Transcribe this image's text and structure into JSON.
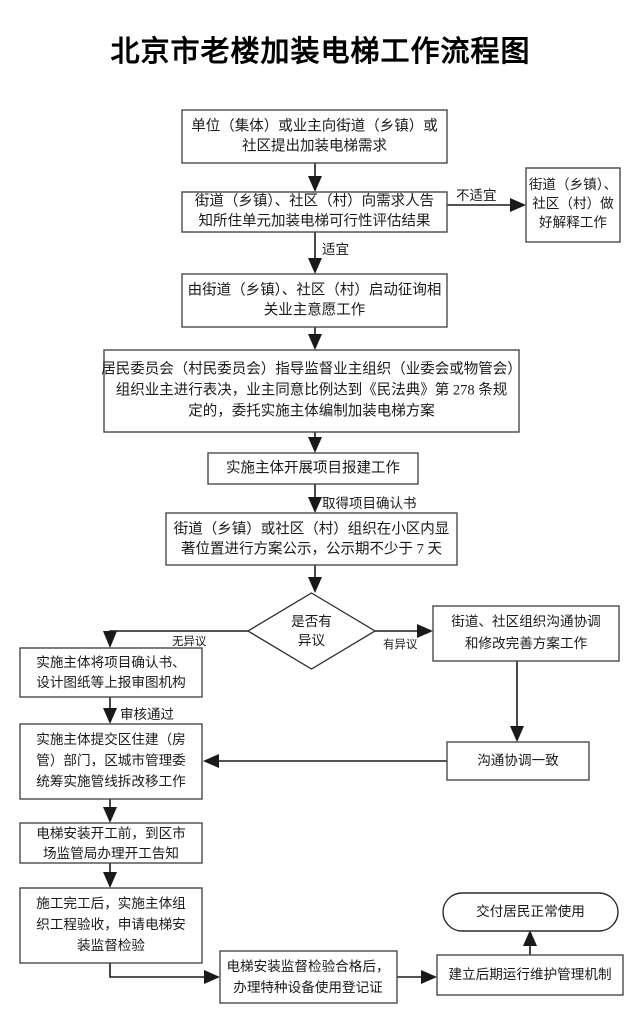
{
  "title": "北京市老楼加装电梯工作流程图",
  "chart_data": {
    "type": "diagram",
    "title": "北京市老楼加装电梯工作流程图",
    "orientation": "top-to-bottom",
    "nodes": [
      {
        "id": "n1",
        "shape": "rect",
        "label": "单位（集体）或业主向街道（乡镇）或\n社区提出加装电梯需求"
      },
      {
        "id": "n2",
        "shape": "rect",
        "label": "街道（乡镇）、社区（村）向需求人告\n知所住单元加装电梯可行性评估结果"
      },
      {
        "id": "n3",
        "shape": "rect",
        "label": "街道（乡镇）、\n社区（村）做\n好解释工作"
      },
      {
        "id": "n4",
        "shape": "rect",
        "label": "由街道（乡镇）、社区（村）启动征询相\n关业主意愿工作"
      },
      {
        "id": "n5",
        "shape": "rect",
        "label": "居民委员会（村民委员会）指导监督业主组织（业委会或物管会）\n组织业主进行表决，业主同意比例达到《民法典》第 278 条规\n定的，委托实施主体编制加装电梯方案"
      },
      {
        "id": "n6",
        "shape": "rect",
        "label": "实施主体开展项目报建工作"
      },
      {
        "id": "n7",
        "shape": "rect",
        "label": "街道（乡镇）或社区（村）组织在小区内显\n著位置进行方案公示，公示期不少于 7 天"
      },
      {
        "id": "n8",
        "shape": "diamond",
        "label": "是否有\n异议"
      },
      {
        "id": "n9",
        "shape": "rect",
        "label": "街道、社区组织沟通协调\n和修改完善方案工作"
      },
      {
        "id": "n10",
        "shape": "rect",
        "label": "实施主体将项目确认书、\n设计图纸等上报审图机构"
      },
      {
        "id": "n11",
        "shape": "rect",
        "label": "实施主体提交区住建（房\n管）部门，区城市管理委\n统筹实施管线拆改移工作"
      },
      {
        "id": "n12",
        "shape": "rect",
        "label": "沟通协调一致"
      },
      {
        "id": "n13",
        "shape": "rect",
        "label": "电梯安装开工前，到区市\n场监管局办理开工告知"
      },
      {
        "id": "n14",
        "shape": "rect",
        "label": "施工完工后，实施主体组\n织工程验收，申请电梯安\n装监督检验"
      },
      {
        "id": "n15",
        "shape": "rect",
        "label": "电梯安装监督检验合格后，\n办理特种设备使用登记证"
      },
      {
        "id": "n16",
        "shape": "rect",
        "label": "建立后期运行维护管理机制"
      },
      {
        "id": "n17",
        "shape": "terminal",
        "label": "交付居民正常使用"
      }
    ],
    "edges": [
      {
        "from": "n1",
        "to": "n2",
        "label": ""
      },
      {
        "from": "n2",
        "to": "n3",
        "label": "不适宜"
      },
      {
        "from": "n2",
        "to": "n4",
        "label": "适宜"
      },
      {
        "from": "n4",
        "to": "n5",
        "label": ""
      },
      {
        "from": "n5",
        "to": "n6",
        "label": ""
      },
      {
        "from": "n6",
        "to": "n7",
        "label": "取得项目确认书"
      },
      {
        "from": "n7",
        "to": "n8",
        "label": ""
      },
      {
        "from": "n8",
        "to": "n10",
        "label": "无异议"
      },
      {
        "from": "n8",
        "to": "n9",
        "label": "有异议"
      },
      {
        "from": "n9",
        "to": "n12",
        "label": ""
      },
      {
        "from": "n12",
        "to": "n11",
        "label": ""
      },
      {
        "from": "n10",
        "to": "n11",
        "label": "审核通过"
      },
      {
        "from": "n11",
        "to": "n13",
        "label": ""
      },
      {
        "from": "n13",
        "to": "n14",
        "label": ""
      },
      {
        "from": "n14",
        "to": "n15",
        "label": ""
      },
      {
        "from": "n15",
        "to": "n16",
        "label": ""
      },
      {
        "from": "n16",
        "to": "n17",
        "label": ""
      }
    ],
    "edge_labels": {
      "bushiyi": "不适宜",
      "shiyi": "适宜",
      "qude": "取得项目确认书",
      "wuyiyi": "无异议",
      "youyiyi": "有异议",
      "shenhe": "审核通过"
    }
  },
  "colors": {
    "background": "#ffffff",
    "box_stroke": "#4a4a4a",
    "line": "#1a1a1a",
    "text": "#1a1a1a",
    "title": "#000000"
  }
}
